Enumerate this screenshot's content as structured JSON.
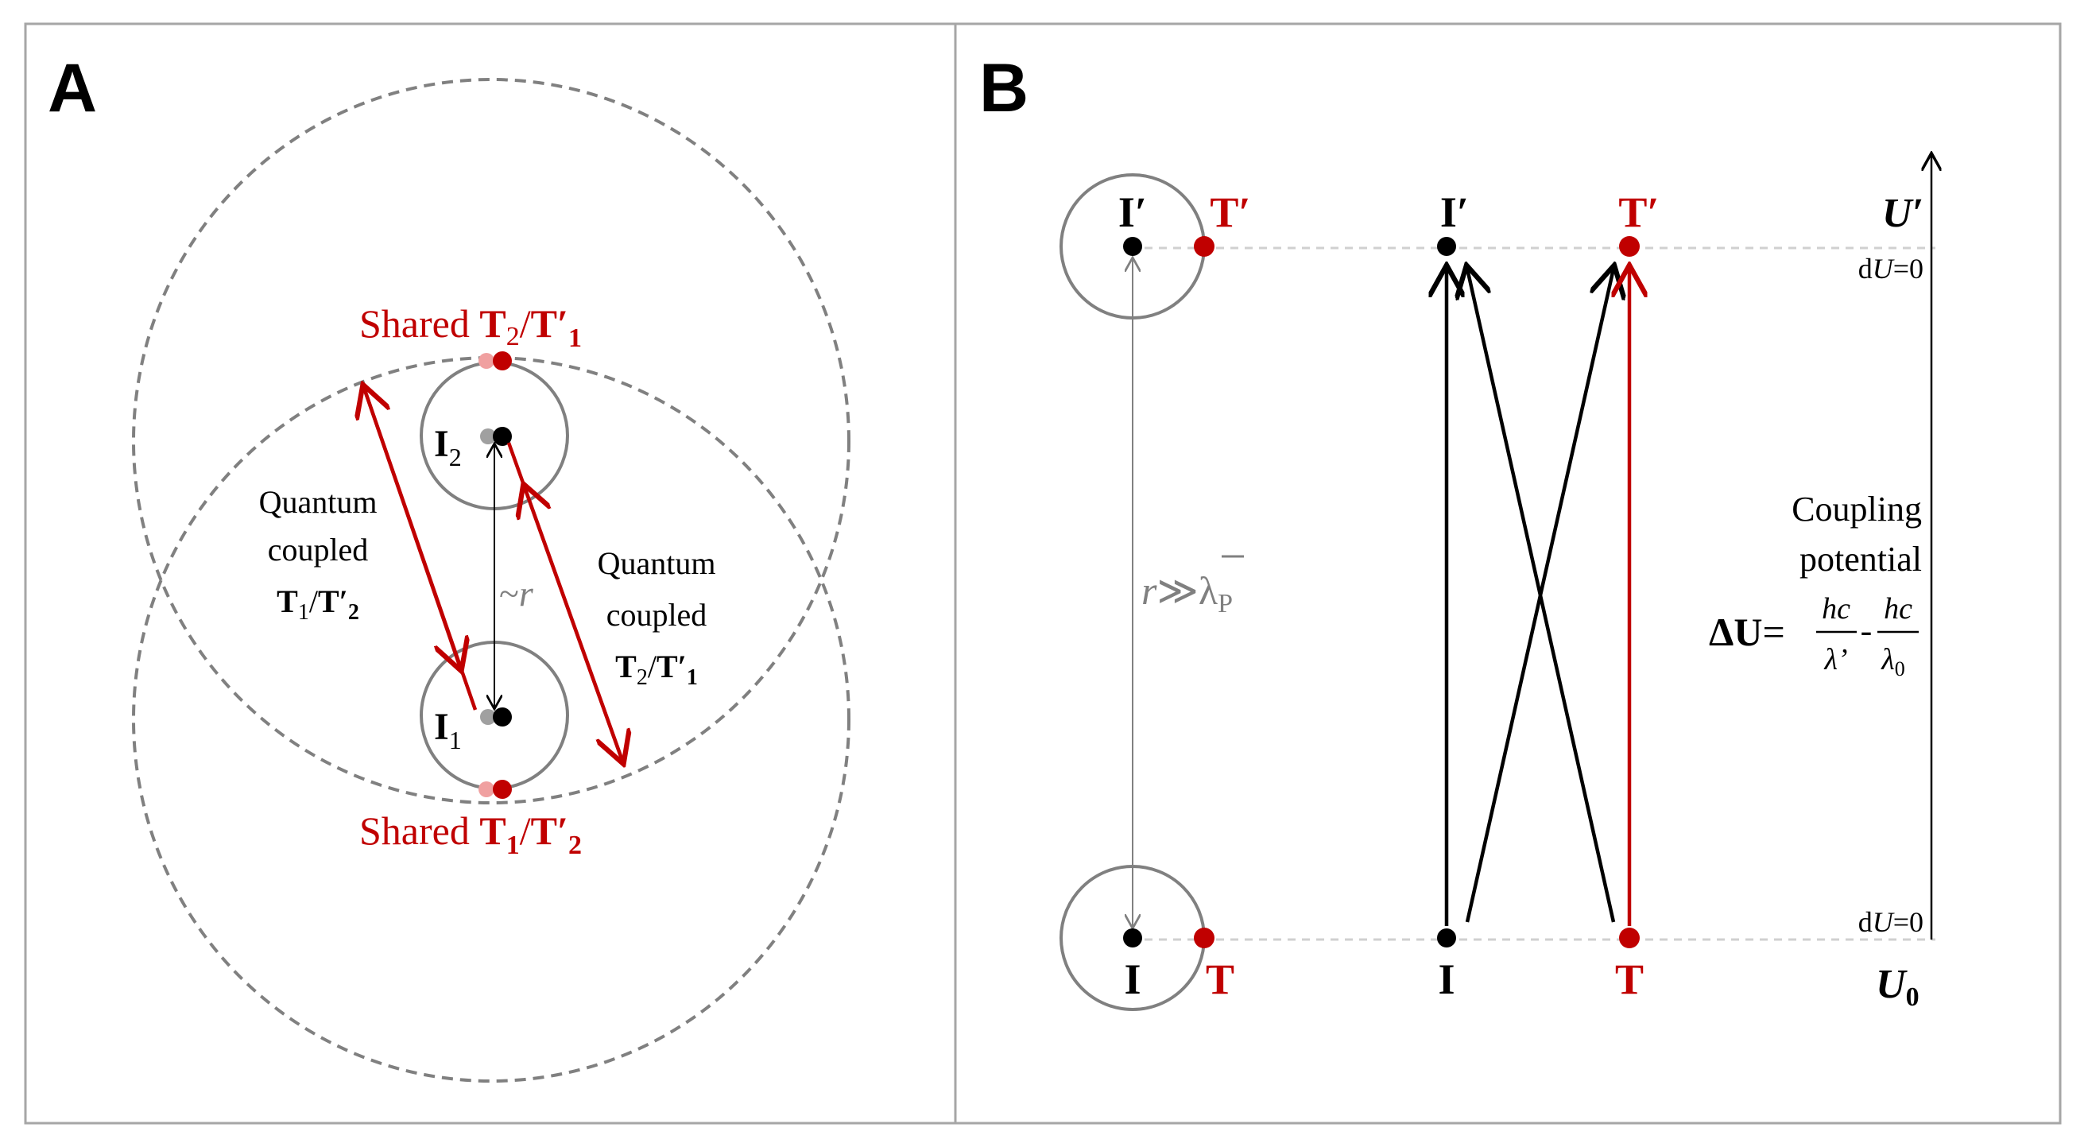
{
  "panel_a": {
    "letter": "A",
    "shared_top": {
      "word": "Shared",
      "main1": "T",
      "sub1": "2",
      "sep": "/",
      "main2": "T′",
      "sub2": "1"
    },
    "shared_bottom": {
      "word": "Shared",
      "main1": "T",
      "sub1": "1",
      "sep": "/",
      "main2": "T′",
      "sub2": "2"
    },
    "label_i2": {
      "main": "I",
      "sub": "2"
    },
    "label_i1": {
      "main": "I",
      "sub": "1"
    },
    "left_coupled": {
      "line1": "Quantum",
      "line2": "coupled",
      "main1": "T",
      "sub1": "1",
      "sep": "/",
      "main2": "T′",
      "sub2": "2"
    },
    "right_coupled": {
      "line1": "Quantum",
      "line2": "coupled",
      "main1": "T",
      "sub1": "2",
      "sep": "/",
      "main2": "T′",
      "sub2": "1"
    },
    "distance": {
      "tilde": "~",
      "var": "r"
    }
  },
  "panel_b": {
    "letter": "B",
    "top_left_i": "I′",
    "top_left_t": "T′",
    "top_mid_i": "I′",
    "top_mid_t": "T′",
    "bot_left_i": "I",
    "bot_left_t": "T",
    "bot_mid_i": "I",
    "bot_mid_t": "T",
    "u_prime": "U′",
    "u_zero": {
      "main": "U",
      "sub": "0"
    },
    "du_top": {
      "d": "d",
      "var": "U",
      "rest": "=0"
    },
    "du_bottom": {
      "d": "d",
      "var": "U",
      "rest": "=0"
    },
    "separation": {
      "var": "r",
      "rel": "≫",
      "lambda": "λ",
      "sub": "P"
    },
    "coupling": {
      "line1": "Coupling",
      "line2": "potential",
      "lhs": "ΔU",
      "eq": "=",
      "num1": "hc",
      "den1": "λ’",
      "minus": "-",
      "num2": "hc",
      "den2_main": "λ",
      "den2_sub": "0"
    }
  },
  "colors": {
    "red": "#c00000",
    "black": "#000000",
    "gray": "#808080",
    "light_gray": "#c8c8c8",
    "border": "#a6a6a6"
  }
}
